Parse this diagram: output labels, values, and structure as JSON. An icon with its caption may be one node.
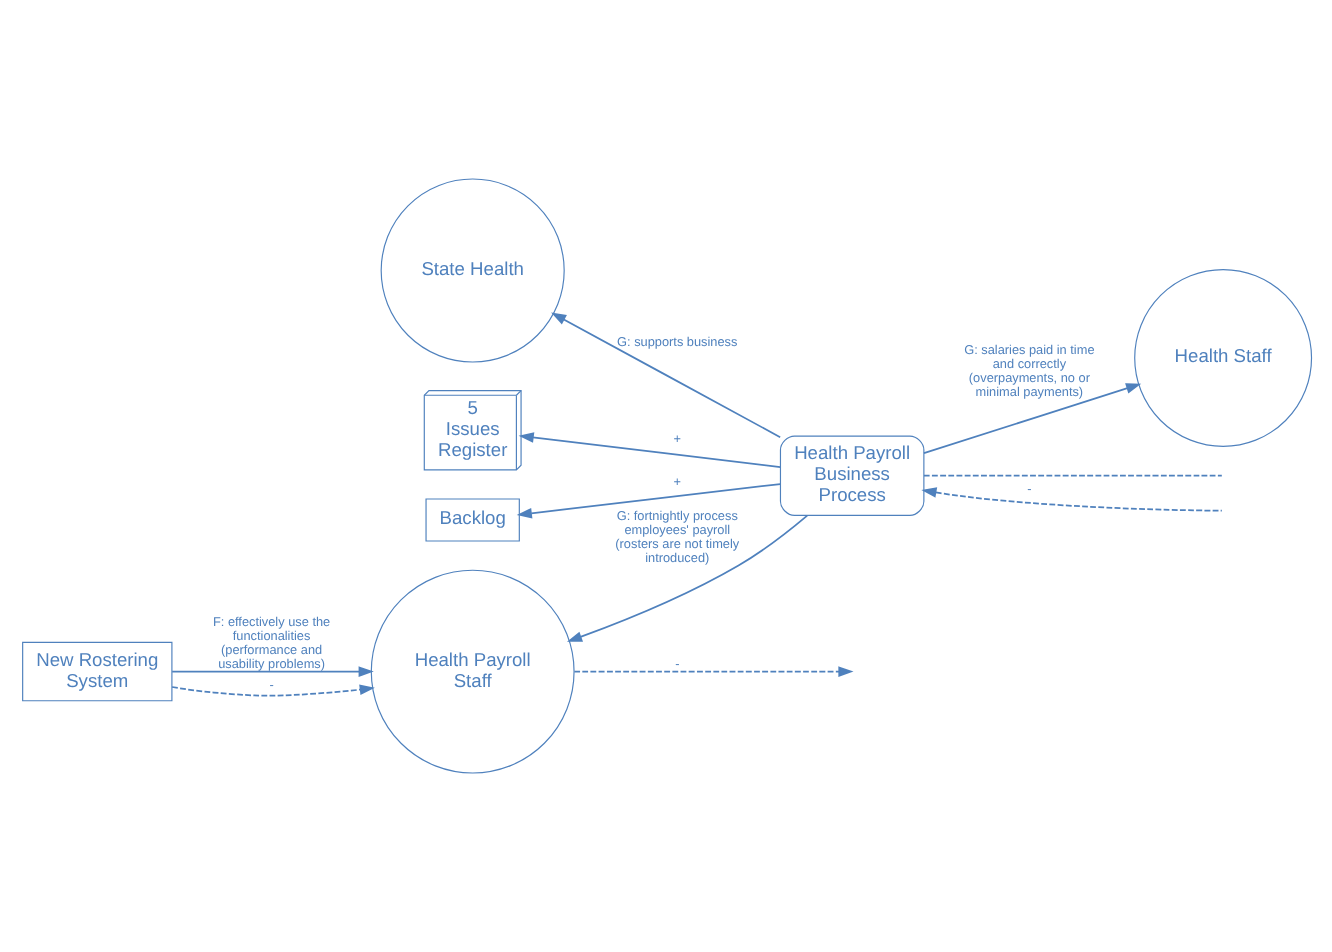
{
  "diagram": {
    "nodes": [
      {
        "text": [
          "5",
          "Issues Register"
        ]
      },
      {
        "text": [
          "Backlog"
        ]
      },
      {
        "text": [
          "Health Staff"
        ]
      },
      {
        "text": [
          "New Rostering System"
        ]
      },
      {
        "text": [
          "Health Payroll Staff"
        ]
      },
      {
        "text": [
          "Health Payroll Business Process"
        ]
      },
      {
        "text": [
          "State Health"
        ]
      }
    ],
    "edges": [
      {
        "from": 5,
        "to": 0,
        "arrow": "to",
        "label": "+"
      },
      {
        "from": 5,
        "to": 1,
        "arrow": "to",
        "label": "+"
      },
      {
        "from": 5,
        "to": 2,
        "arrow": "to",
        "label": "G: salaries paid in time and correctly (overpayments, no or minimal payments)"
      },
      {
        "from": 3,
        "to": 4,
        "arrow": "to",
        "label": "F: effectively use the functionalities (performance and usability problems)"
      },
      {
        "from": 3,
        "to": 4,
        "arrow": "to",
        "label": "-",
        "style": "dashed"
      },
      {
        "from": 4,
        "to": null,
        "arrow": "to",
        "label": "-",
        "style": "dashed"
      },
      {
        "from": 5,
        "to": 4,
        "arrow": "to",
        "label": "G: fortnightly process employees' payroll (rosters are not timely introduced)"
      },
      {
        "from": null,
        "to": 5,
        "arrow": "none",
        "style": "dashed"
      },
      {
        "from": null,
        "to": 5,
        "arrow": "to",
        "label": "-",
        "style": "dashed"
      },
      {
        "from": 5,
        "to": 6,
        "arrow": "to",
        "label": "G: supports business"
      }
    ]
  }
}
